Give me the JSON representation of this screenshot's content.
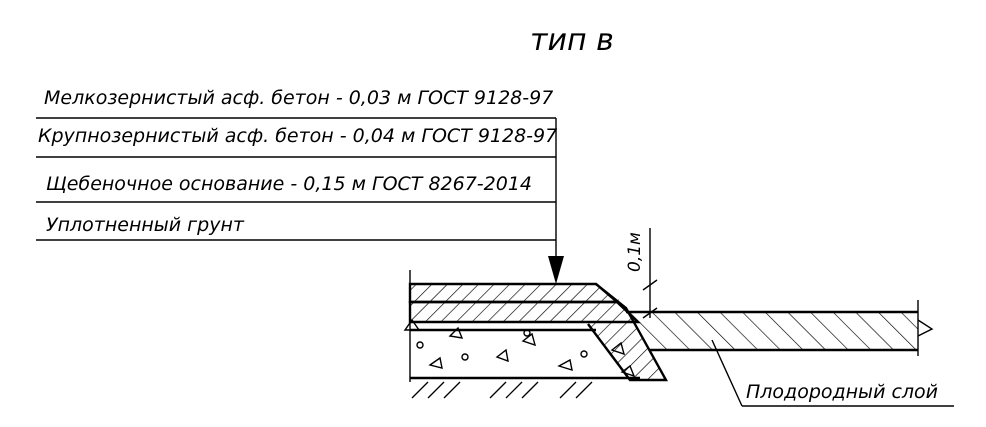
{
  "drawing": {
    "title": "тип в",
    "layers": [
      {
        "label": "Мелкозернистый асф. бетон - 0,03 м ГОСТ 9128-97"
      },
      {
        "label": "Крупнозернистый асф. бетон - 0,04 м ГОСТ 9128-97"
      },
      {
        "label": "Щебеночное основание - 0,15 м ГОСТ 8267-2014"
      },
      {
        "label": "Уплотненный грунт"
      }
    ],
    "dimension_label": "0,1м",
    "side_layer_label": "Плодородный слой",
    "line_color": "#000000"
  }
}
